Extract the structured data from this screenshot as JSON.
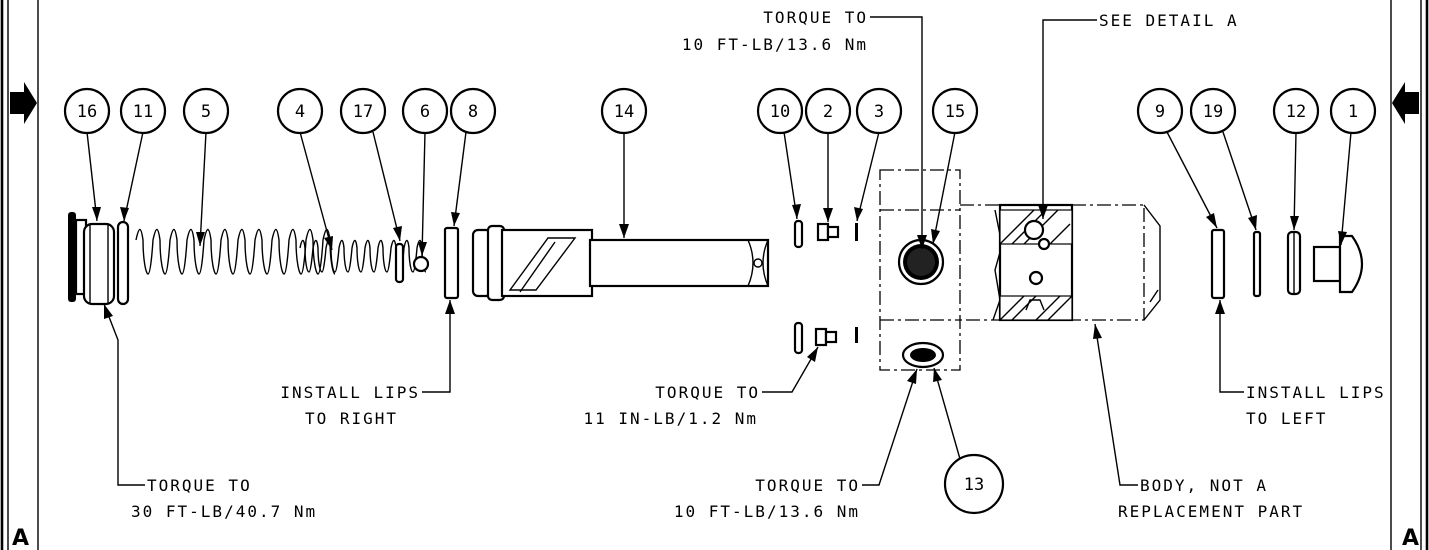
{
  "zone_labels": {
    "left": "A",
    "right": "A"
  },
  "balloons": [
    {
      "id": "b16",
      "number": "16"
    },
    {
      "id": "b11",
      "number": "11"
    },
    {
      "id": "b5",
      "number": "5"
    },
    {
      "id": "b4",
      "number": "4"
    },
    {
      "id": "b17",
      "number": "17"
    },
    {
      "id": "b6",
      "number": "6"
    },
    {
      "id": "b8",
      "number": "8"
    },
    {
      "id": "b14",
      "number": "14"
    },
    {
      "id": "b10",
      "number": "10"
    },
    {
      "id": "b2",
      "number": "2"
    },
    {
      "id": "b3",
      "number": "3"
    },
    {
      "id": "b15",
      "number": "15"
    },
    {
      "id": "b9",
      "number": "9"
    },
    {
      "id": "b19",
      "number": "19"
    },
    {
      "id": "b12",
      "number": "12"
    },
    {
      "id": "b1",
      "number": "1"
    },
    {
      "id": "b13",
      "number": "13"
    }
  ],
  "notes": {
    "torque_top": [
      "TORQUE TO",
      "10 FT-LB/13.6 Nm"
    ],
    "see_detail": "SEE DETAIL  A",
    "install_lips_right": [
      "INSTALL LIPS",
      "TO RIGHT"
    ],
    "torque_small": [
      "TORQUE TO",
      "11 IN-LB/1.2 Nm"
    ],
    "install_lips_left": [
      "INSTALL LIPS",
      "TO LEFT"
    ],
    "torque_cap": [
      "TORQUE TO",
      "30 FT-LB/40.7 Nm"
    ],
    "torque_plug": [
      "TORQUE TO",
      "10 FT-LB/13.6 Nm"
    ],
    "body_note": [
      "BODY, NOT A",
      "REPLACEMENT PART"
    ]
  }
}
